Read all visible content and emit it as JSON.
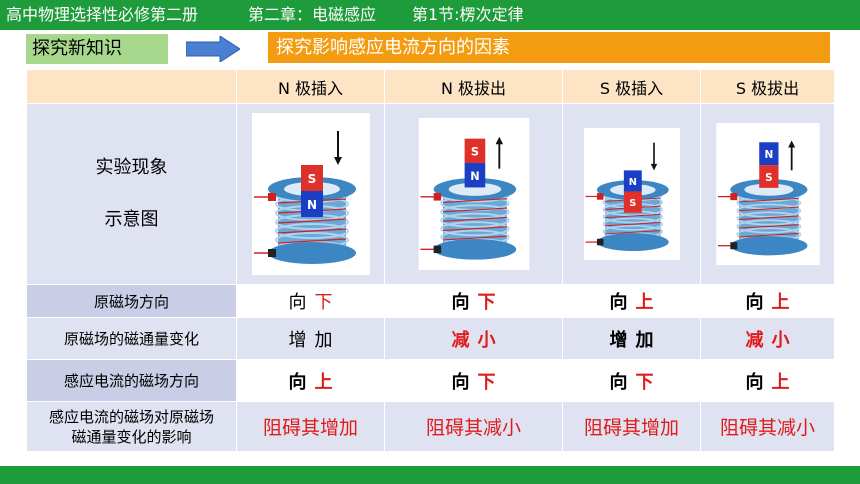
{
  "header": {
    "book": "高中物理选择性必修第二册",
    "chapter": "第二章：电磁感应",
    "section": "第1节:楞次定律"
  },
  "section_label": "探究新知识",
  "topic_label": "探究影响感应电流方向的因素",
  "colors": {
    "accent_green": "#1e9b3a",
    "orange": "#f39c12",
    "red": "#e01b1b",
    "arrow_blue": "#4a7fd4"
  },
  "table": {
    "columns": [
      "",
      "N 极插入",
      "N 极拔出",
      "S 极插入",
      "S 极拔出"
    ],
    "photo_row_label_1": "实验现象",
    "photo_row_label_2": "示意图",
    "magnets": [
      {
        "top": "S",
        "bottom": "N",
        "motion": "down"
      },
      {
        "top": "S",
        "bottom": "N",
        "motion": "up"
      },
      {
        "top": "N",
        "bottom": "S",
        "motion": "down"
      },
      {
        "top": "N",
        "bottom": "S",
        "motion": "up"
      }
    ],
    "rows": [
      {
        "label": "原磁场方向",
        "cells": [
          [
            "向",
            "下"
          ],
          [
            "向",
            "下"
          ],
          [
            "向",
            "上"
          ],
          [
            "向",
            "上"
          ]
        ]
      },
      {
        "label": "原磁场的磁通量变化",
        "cells": [
          [
            "增",
            "加"
          ],
          [
            "减",
            "小"
          ],
          [
            "增",
            "加"
          ],
          [
            "减",
            "小"
          ]
        ]
      },
      {
        "label": "感应电流的磁场方向",
        "cells": [
          [
            "向",
            "上"
          ],
          [
            "向",
            "下"
          ],
          [
            "向",
            "下"
          ],
          [
            "向",
            "上"
          ]
        ]
      },
      {
        "label_1": "感应电流的磁场对原磁场",
        "label_2": "磁通量变化的影响",
        "cells": [
          "阻碍其增加",
          "阻碍其减小",
          "阻碍其增加",
          "阻碍其减小"
        ]
      }
    ]
  }
}
